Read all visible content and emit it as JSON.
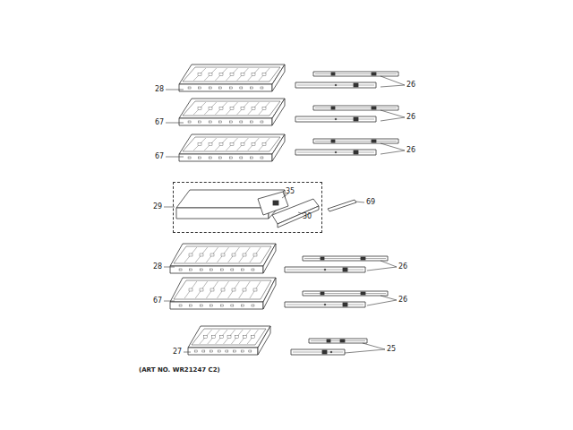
{
  "diagram": {
    "nodes": [
      {
        "text": [
          "35",
          "30"
        ]
      }
    ],
    "labels": [
      "28",
      "26",
      "67",
      "26",
      "67",
      "26",
      "29",
      "69",
      "28",
      "26",
      "67",
      "26",
      "27",
      "25",
      "(ART NO. WR21247 C2)"
    ]
  }
}
